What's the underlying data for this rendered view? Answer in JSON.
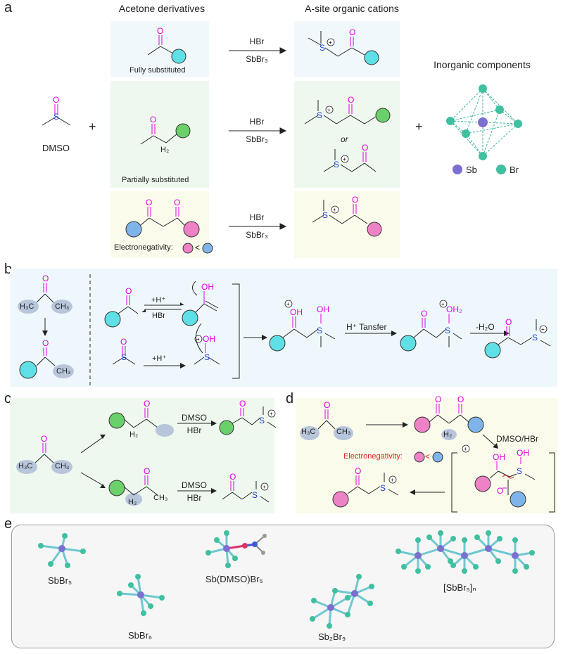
{
  "panels": {
    "a": "a",
    "b": "b",
    "c": "c",
    "d": "d",
    "e": "e"
  },
  "panel_a": {
    "header_left": "Acetone derivatives",
    "header_right": "A-site organic cations",
    "inorganic_title": "Inorganic components",
    "dmso_label": "DMSO",
    "plus": "+",
    "fully": "Fully substituted",
    "partially": "Partially substituted",
    "electroneg": "Electronegativity:",
    "lt": "<",
    "or": "or",
    "reagent_top": "HBr",
    "reagent_bottom": "SbBr₃",
    "legend_sb": "Sb",
    "legend_br": "Br"
  },
  "panel_b": {
    "h3c": "H₃C",
    "ch3": "CH₃",
    "plus_h": "+H⁺",
    "hbr": "HBr",
    "plus_h2": "+H⁺",
    "h_transfer": "H⁺ Tansfer",
    "minus_h2o": "-H₂O",
    "oh": "OH",
    "oh2": "OH₂"
  },
  "panel_c": {
    "dmso": "DMSO",
    "hbr": "HBr",
    "h2": "H₂",
    "ch3": "CH₃",
    "h3c": "H₃C"
  },
  "panel_d": {
    "dmso_hbr": "DMSO/HBr",
    "electroneg": "Electronegativity:",
    "lt": "<",
    "h2": "H₂",
    "h3c": "H₃C",
    "ch3": "CH₃"
  },
  "panel_e": {
    "sbbr5": "SbBr₅",
    "sbbr6": "SbBr₆",
    "sbdmso": "Sb(DMSO)Br₅",
    "sb2br9": "Sb₂Br₉",
    "sbbr5n": "[SbBr₅]ₙ"
  },
  "colors": {
    "cyan_sphere": "#5ee0e6",
    "green_sphere": "#6ad06a",
    "pink_sphere": "#ee82c6",
    "blue_sphere": "#7fb4ea",
    "oxygen": "#e000e0",
    "sulfur": "#1f3fd6",
    "sb_atom": "#7b6fd0",
    "br_atom": "#3fc0a0"
  }
}
